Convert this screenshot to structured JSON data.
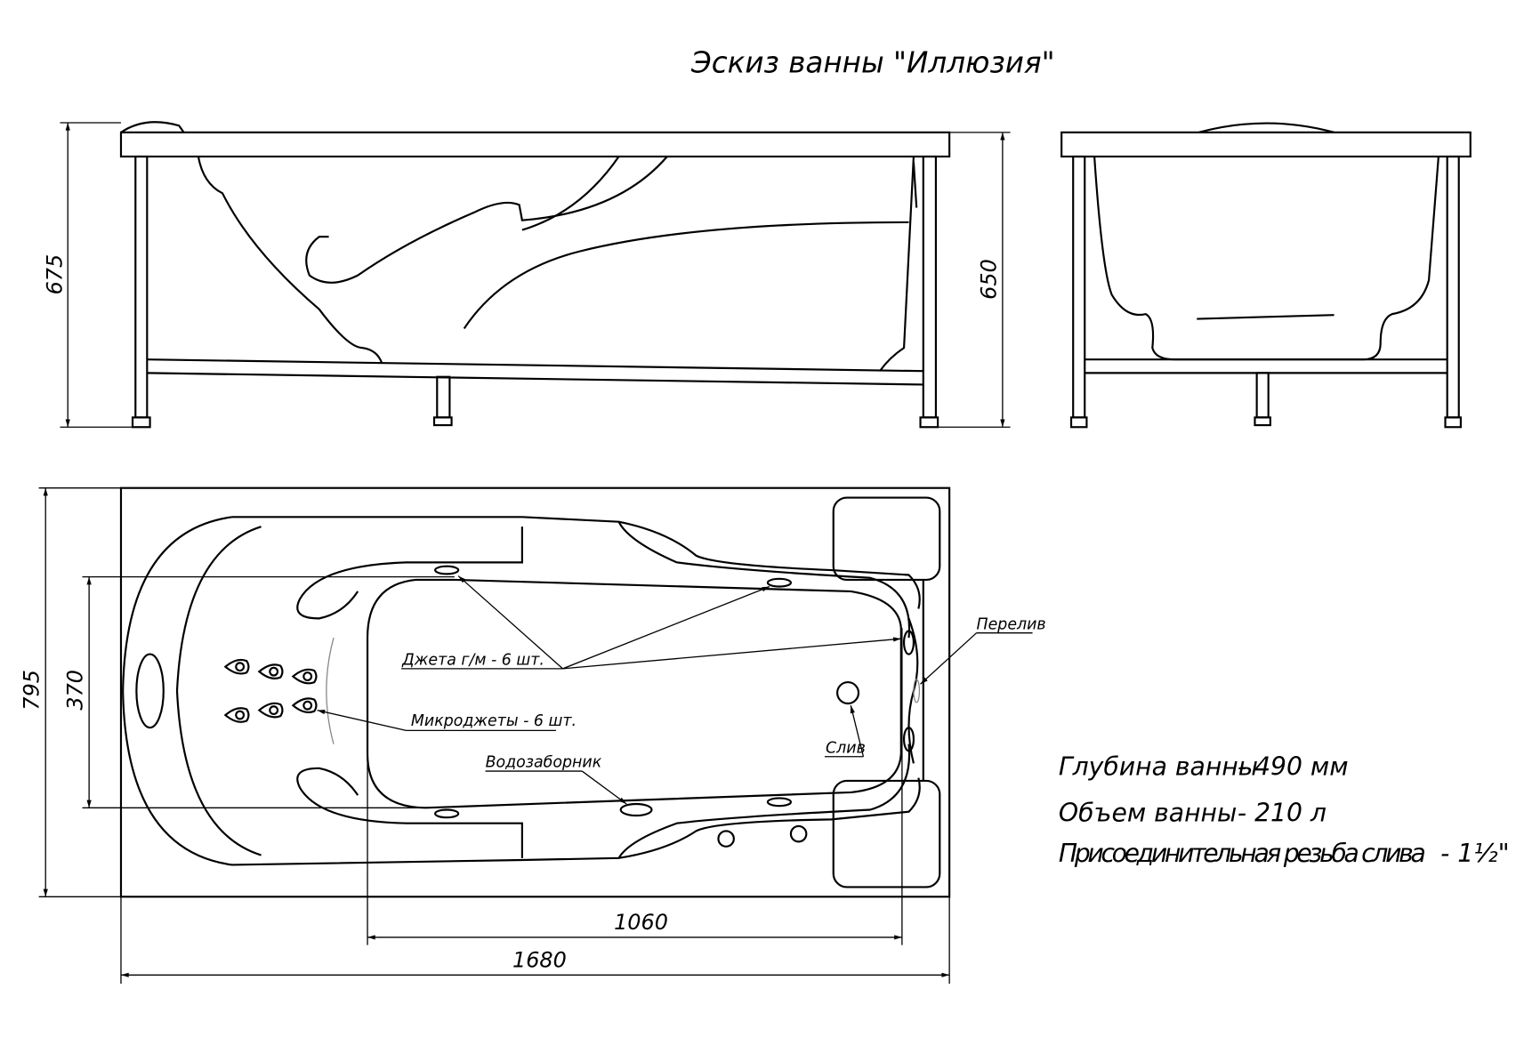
{
  "title": "Эскиз ванны \"Иллюзия\"",
  "dimensions": {
    "total_height": "675",
    "frame_height": "650",
    "total_width": "795",
    "inner_width": "370",
    "inner_length": "1060",
    "total_length": "1680"
  },
  "labels": {
    "jets": "Джета г/м - 6 шт.",
    "microjets": "Микроджеты - 6 шт.",
    "intake": "Водозаборник",
    "drain": "Слив",
    "overflow": "Перелив"
  },
  "specs": [
    {
      "name": "Глубина ванны",
      "value": "- 490 мм"
    },
    {
      "name": "Объем ванны",
      "value": "- 210 л"
    },
    {
      "name": "Присоединительная резьба слива",
      "value": "- 1½\""
    }
  ]
}
